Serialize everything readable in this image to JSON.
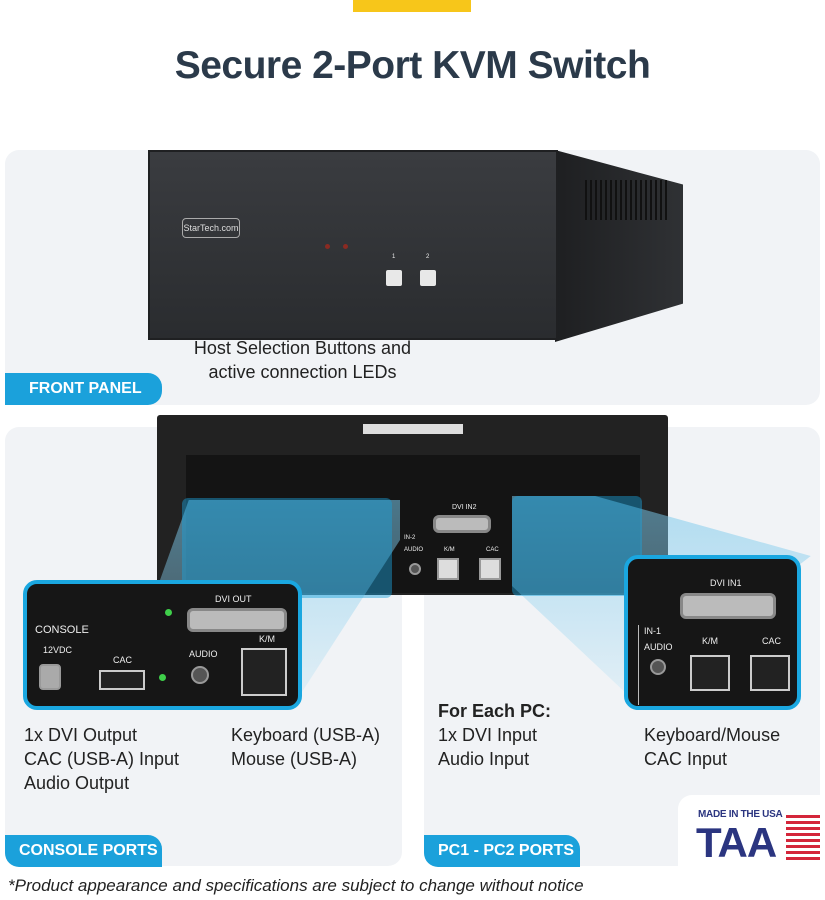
{
  "title": "Secure 2-Port KVM Switch",
  "front": {
    "tab": "FRONT PANEL",
    "caption_lines": [
      "Host Selection Buttons and",
      "active connection LEDs"
    ],
    "device_logo": "StarTech.com",
    "button_labels": [
      "1",
      "2"
    ]
  },
  "console": {
    "tab": "CONSOLE PORTS",
    "features_left": [
      "1x DVI Output",
      "CAC (USB-A) Input",
      "Audio Output"
    ],
    "features_right": [
      "Keyboard (USB-A)",
      "Mouse (USB-A)"
    ],
    "port_labels": {
      "console": "CONSOLE",
      "power": "12VDC",
      "cac": "CAC",
      "audio": "AUDIO",
      "dvi": "DVI OUT",
      "km": "K/M"
    }
  },
  "pc": {
    "tab": "PC1 - PC2 PORTS",
    "heading": "For Each PC:",
    "features_left": [
      "1x DVI Input",
      "Audio Input"
    ],
    "features_right": [
      "Keyboard/Mouse",
      "CAC Input"
    ],
    "port_labels": {
      "dvi1": "DVI IN1",
      "dvi2": "DVI IN2",
      "in1": "IN-1",
      "in2": "IN-2",
      "audio": "AUDIO",
      "km": "K/M",
      "cac": "CAC"
    }
  },
  "badge": {
    "top": "MADE IN THE USA",
    "main": "TAA"
  },
  "footnote": "*Product appearance and specifications are subject to change without notice",
  "colors": {
    "accent": "#1ba1db",
    "title": "#2b3a4a",
    "yellow": "#f7c61a",
    "taa_blue": "#2b3580",
    "taa_red": "#d4263a"
  }
}
